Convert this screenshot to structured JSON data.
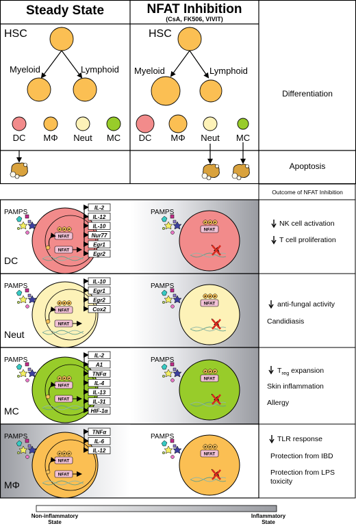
{
  "header": {
    "left_title": "Steady State",
    "mid_title": "NFAT Inhibition",
    "mid_subtitle": "(CsA, FK506, VIVIT)"
  },
  "differentiation": {
    "hsc_label": "HSC",
    "myeloid_label": "Myeloid",
    "lymphoid_label": "Lymphoid",
    "cell_labels": [
      "DC",
      "MΦ",
      "Neut",
      "MC"
    ],
    "side_label": "Differentiation"
  },
  "apoptosis": {
    "side_label": "Apoptosis"
  },
  "outcome_header": "Outcome of NFAT Inhibition",
  "panel_common": {
    "pamps_label": "PAMPS",
    "nfat_label": "NFAT",
    "p_label": "P"
  },
  "rows": [
    {
      "cell": "DC",
      "genes": [
        "IL-2",
        "IL-12",
        "IL-10",
        "Nur77",
        "Egr1",
        "Egr2"
      ],
      "outcome_lines": [
        "NK cell activation",
        "T cell proliferation"
      ]
    },
    {
      "cell": "Neut",
      "genes": [
        "IL-10",
        "Egr1",
        "Egr2",
        "Cox2"
      ],
      "outcome_lines": [
        "anti-fungal activity",
        "Candidiasis"
      ]
    },
    {
      "cell": "MC",
      "genes": [
        "IL-2",
        "A1",
        "TNFα",
        "IL-4",
        "IL-13",
        "IL-31",
        "HIF-1α"
      ],
      "outcome_lines": [
        "T",
        "reg",
        " expansion",
        "Skin inflammation",
        "Allergy"
      ]
    },
    {
      "cell": "MΦ",
      "genes": [
        "TNFα",
        "IL-6",
        "IL-12"
      ],
      "outcome_lines": [
        "TLR response",
        "Protection from IBD",
        "Protection from LPS",
        "toxicity"
      ]
    }
  ],
  "legend": {
    "left_label_1": "Non-inflammatory",
    "left_label_2": "State",
    "right_label_1": "Inflammatory",
    "right_label_2": "State"
  },
  "colors": {
    "dc": "#f28b8b",
    "mph": "#fbbf53",
    "neut": "#fdf2b8",
    "mc": "#98cc2a",
    "cross": "#d62a1e",
    "gray_dark": "#9a9ca2"
  }
}
